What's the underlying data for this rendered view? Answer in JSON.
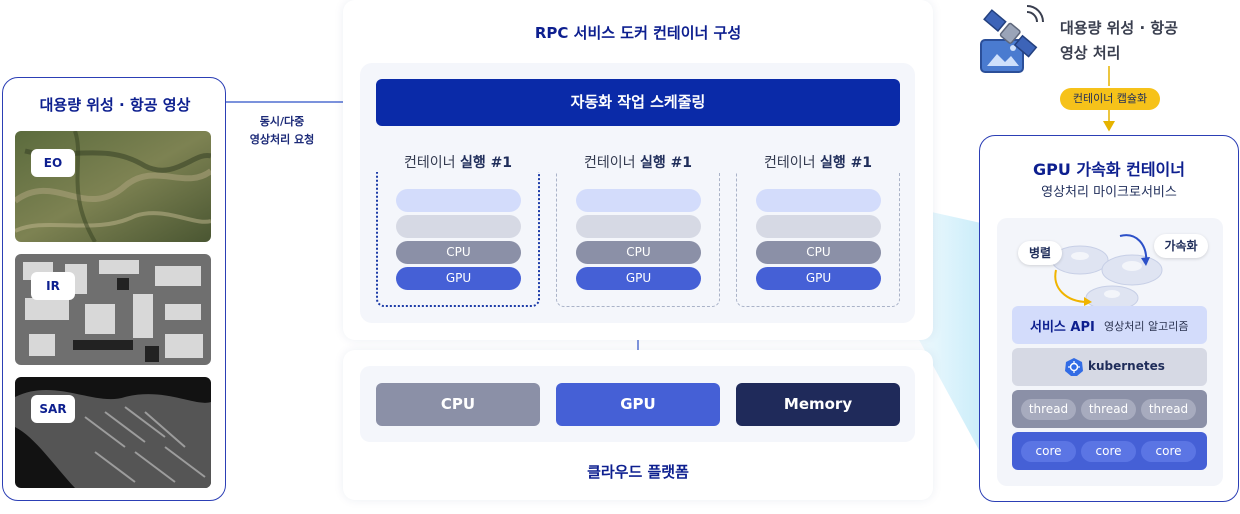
{
  "left": {
    "title": "대용량 위성 · 항공 영상",
    "images": [
      {
        "tag": "EO"
      },
      {
        "tag": "IR"
      },
      {
        "tag": "SAR"
      }
    ]
  },
  "request_label": {
    "line1": "동시/다중",
    "line2": "영상처리 요청"
  },
  "rpc": {
    "title": "RPC 서비스 도커 컨테이너 구성",
    "scheduler": "자동화 작업 스케줄링",
    "containers": [
      {
        "label_prefix": "컨테이너",
        "label_bold": "실행 #1",
        "cpu": "CPU",
        "gpu": "GPU"
      },
      {
        "label_prefix": "컨테이너",
        "label_bold": "실행 #1",
        "cpu": "CPU",
        "gpu": "GPU"
      },
      {
        "label_prefix": "컨테이너",
        "label_bold": "실행 #1",
        "cpu": "CPU",
        "gpu": "GPU"
      }
    ]
  },
  "cloud": {
    "resources": [
      "CPU",
      "GPU",
      "Memory"
    ],
    "title": "클라우드 플랫폼"
  },
  "right": {
    "source_line1": "대용량 위성 · 항공",
    "source_line2": "영상 처리",
    "capsule_badge": "컨테이너 캡슐화",
    "gpu_title": "GPU 가속화 컨테이너",
    "gpu_sub": "영상처리 마이크로서비스",
    "tag_parallel": "병렬",
    "tag_accel": "가속화",
    "service_api": "서비스 API",
    "service_algo": "영상처리 알고리즘",
    "k8s": "kubernetes",
    "threads": [
      "thread",
      "thread",
      "thread"
    ],
    "cores": [
      "core",
      "core",
      "core"
    ]
  },
  "colors": {
    "primary": "#0a2aa8",
    "accent_gpu": "#4560d6",
    "cpu_gray": "#8b90a7",
    "memory_navy": "#1f2a5a",
    "badge_yellow": "#f6c21a"
  }
}
